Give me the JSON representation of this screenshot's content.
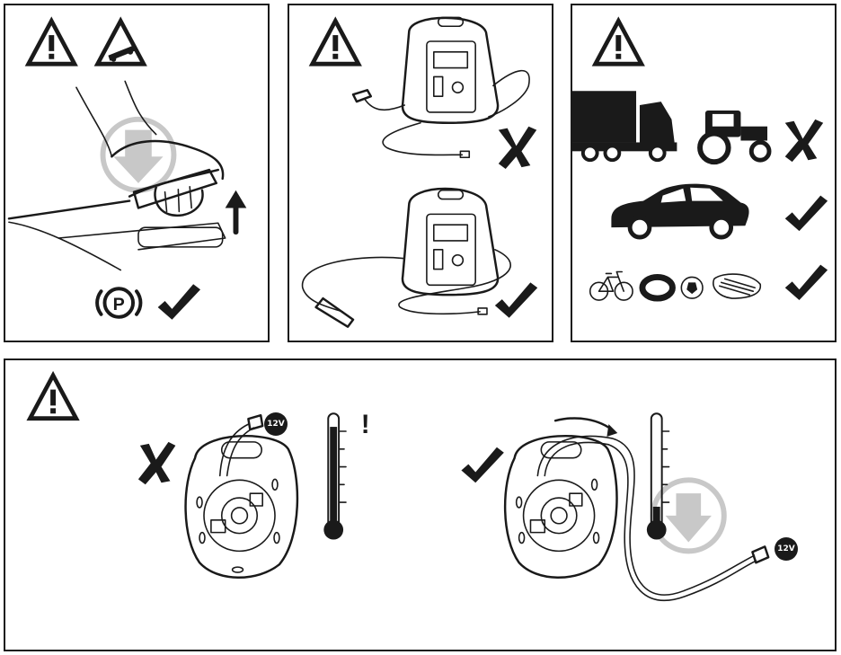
{
  "icons": {
    "warning": "warning-triangle-icon",
    "check": "check-mark-icon",
    "cross": "cross-mark-icon",
    "parking": "parking-brake-icon"
  },
  "labels": {
    "voltage_left": "12V",
    "voltage_right": "12V",
    "parking_letter": "P",
    "exclamation": "!"
  },
  "colors": {
    "ink": "#1a1a1a",
    "paper": "#ffffff",
    "watermark": "#c8c8c8"
  }
}
